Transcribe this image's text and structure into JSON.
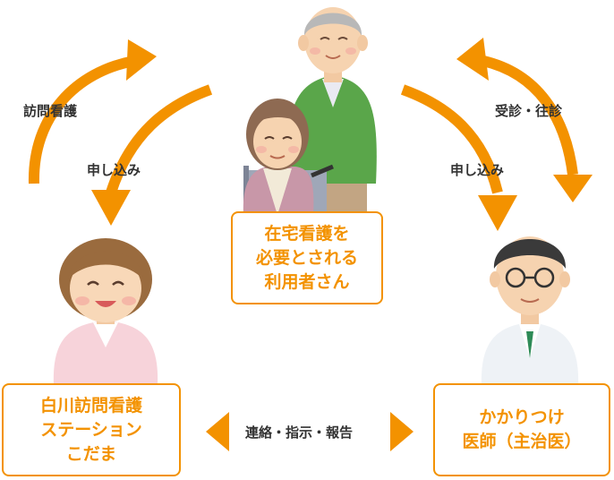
{
  "nodes": {
    "user": {
      "lines": [
        "在宅看護を",
        "必要とされる",
        "利用者さん"
      ]
    },
    "station": {
      "lines": [
        "白川訪問看護",
        "ステーション",
        "こだま"
      ]
    },
    "doctor": {
      "lines": [
        "かかりつけ",
        "医師（主治医）"
      ]
    }
  },
  "edges": {
    "visit_nursing": "訪問看護",
    "apply_left": "申し込み",
    "consult_visit": "受診・往診",
    "apply_right": "申し込み",
    "contact": "連絡・指示・報告"
  },
  "colors": {
    "accent": "#f39200"
  }
}
